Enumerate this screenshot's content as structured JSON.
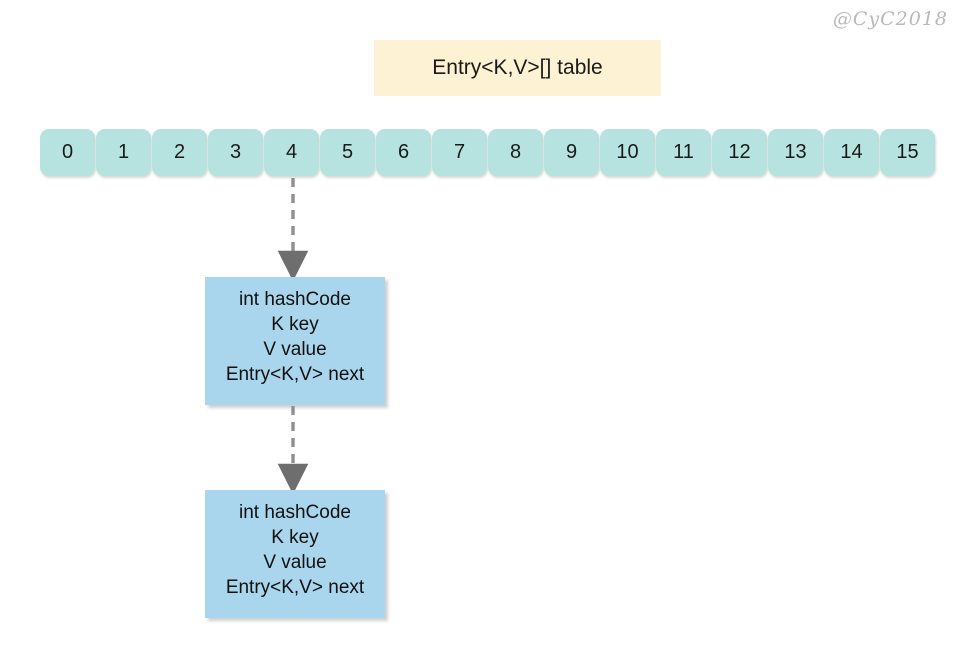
{
  "watermark": {
    "text": "@CyC2018"
  },
  "title_box": {
    "label": "Entry<K,V>[] table",
    "background_color": "#fdf2d4"
  },
  "array": {
    "name": "table",
    "cell_color": "#b6e3e0",
    "cells": [
      {
        "index": "0"
      },
      {
        "index": "1"
      },
      {
        "index": "2"
      },
      {
        "index": "3"
      },
      {
        "index": "4"
      },
      {
        "index": "5"
      },
      {
        "index": "6"
      },
      {
        "index": "7"
      },
      {
        "index": "8"
      },
      {
        "index": "9"
      },
      {
        "index": "10"
      },
      {
        "index": "11"
      },
      {
        "index": "12"
      },
      {
        "index": "13"
      },
      {
        "index": "14"
      },
      {
        "index": "15"
      }
    ]
  },
  "nodes": [
    {
      "id": "entry-node-1",
      "background_color": "#a9d6ec",
      "fields": [
        "int hashCode",
        "K key",
        "V value",
        "Entry<K,V> next"
      ]
    },
    {
      "id": "entry-node-2",
      "background_color": "#a9d6ec",
      "fields": [
        "int hashCode",
        "K key",
        "V value",
        "Entry<K,V> next"
      ]
    }
  ],
  "arrows": [
    {
      "id": "arrow-bucket4-to-node1",
      "from": "array-cell-4",
      "to": "entry-node-1",
      "style": "dashed",
      "color": "#808080"
    },
    {
      "id": "arrow-node1-to-node2",
      "from": "entry-node-1",
      "to": "entry-node-2",
      "style": "dashed",
      "color": "#808080"
    }
  ]
}
